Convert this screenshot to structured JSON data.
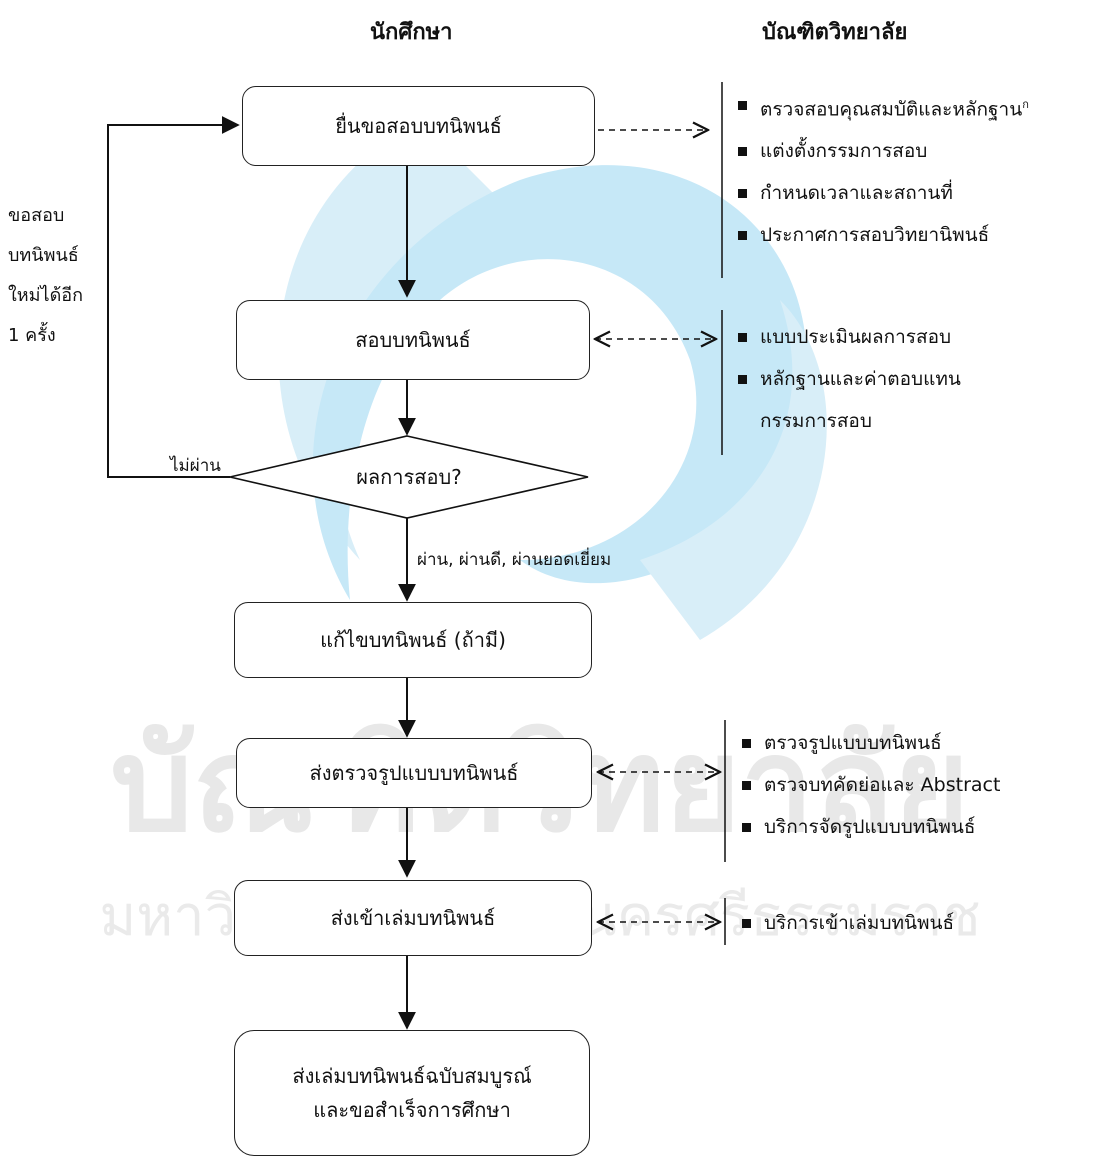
{
  "headers": {
    "student": "นักศึกษา",
    "graduate_school": "บัณฑิตวิทยาลัย"
  },
  "steps": {
    "submit": "ยื่นขอสอบบทนิพนธ์",
    "exam": "สอบบทนิพนธ์",
    "result": "ผลการสอบ?",
    "revise": "แก้ไขบทนิพนธ์ (ถ้ามี)",
    "format_check": "ส่งตรวจรูปแบบบทนิพนธ์",
    "binding": "ส่งเข้าเล่มบทนิพนธ์",
    "final_line1": "ส่งเล่มบทนิพนธ์ฉบับสมบูรณ์",
    "final_line2": "และขอสำเร็จการศึกษา"
  },
  "labels": {
    "fail": "ไม่ผ่าน",
    "pass": "ผ่าน, ผ่านดี, ผ่านยอดเยี่ยม",
    "retry": [
      "ขอสอบ",
      "บทนิพนธ์",
      "ใหม่ได้อีก",
      "1 ครั้ง"
    ]
  },
  "graduate_tasks": {
    "submit": [
      "ตรวจสอบคุณสมบัติและหลักฐาน",
      "แต่งตั้งกรรมการสอบ",
      "กำหนดเวลาและสถานที่",
      "ประกาศการสอบวิทยานิพนธ์"
    ],
    "submit_footnote": "ก",
    "exam": [
      "แบบประเมินผลการสอบ",
      "หลักฐานและค่าตอบแทนกรรมการสอบ"
    ],
    "format_check": [
      "ตรวจรูปแบบบทนิพนธ์",
      "ตรวจบทคัดย่อและ Abstract",
      "บริการจัดรูปแบบบทนิพนธ์"
    ],
    "binding": [
      "บริการเข้าเล่มบทนิพนธ์"
    ]
  },
  "watermark": {
    "line1": "บัณฑิตวิทยาลัย",
    "line2": "มหาวิทยาลัยราชภัฏนครศรีธรรมราช",
    "colors": {
      "light_blue": "#d5eef9",
      "mid_blue": "#bfe6f6",
      "text_gray": "#e9e9e9"
    }
  }
}
